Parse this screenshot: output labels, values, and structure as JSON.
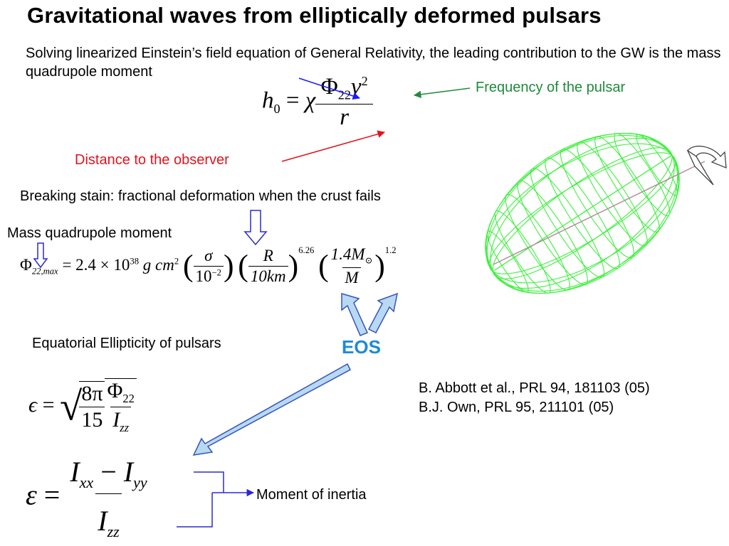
{
  "slide": {
    "title": "Gravitational waves from elliptically deformed  pulsars",
    "intro": "Solving linearized Einstein’s field equation of General Relativity, the leading contribution to the GW is the mass quadrupole moment"
  },
  "annotations": {
    "frequency": "Frequency of the pulsar",
    "distance": "Distance to the observer",
    "breaking_strain": "Breaking stain: fractional deformation when the crust fails",
    "mass_quadrupole": "Mass quadrupole moment",
    "ellipticity": "Equatorial Ellipticity of pulsars",
    "eos": "EOS",
    "moment_of_inertia": "Moment of inertia"
  },
  "references": [
    "B. Abbott et al., PRL 94, 181103 (05)",
    "B.J. Own, PRL 95, 211101 (05)"
  ],
  "equations": {
    "h0": {
      "lhs": "h",
      "lhs_sub": "0",
      "eq": "=",
      "chi": "χ",
      "num": "Φ",
      "num_sub": "22",
      "num_nu": "ν",
      "num_sup": "2",
      "den": "r"
    },
    "phi_max": {
      "lhs": "Φ",
      "lhs_sub": "22,max",
      "eq": "=",
      "coeff": "2.4 × 10",
      "coeff_sup": "38",
      "units": "g cm",
      "units_sup": "2",
      "f1_num": "σ",
      "f1_den": "10",
      "f1_den_sup": "−2",
      "f2_num": "R",
      "f2_den": "10km",
      "f2_sup": "6.26",
      "f3_num": "1.4M",
      "f3_num_sub": "⊙",
      "f3_den": "M",
      "f3_sup": "1.2"
    },
    "epsilon_sqrt": {
      "lhs": "ϵ",
      "eq": "=",
      "r_num": "8π",
      "r_den": "15",
      "f_num": "Φ",
      "f_num_sub": "22",
      "f_den": "I",
      "f_den_sub": "zz"
    },
    "epsilon_inertia": {
      "lhs": "ε",
      "eq": "=",
      "n1": "I",
      "n1_sub": "xx",
      "minus": "−",
      "n2": "I",
      "n2_sub": "yy",
      "den": "I",
      "den_sub": "zz"
    }
  },
  "colors": {
    "green": "#1f8a3a",
    "red": "#e0141e",
    "arrow_blue": "#1a1aff",
    "eos_blue": "#1e8ad6",
    "arrow_fill": "#b9d8f2",
    "arrow_edge": "#3355b8",
    "wireframe": "#3ff03f",
    "axis": "#b48aa0"
  },
  "icons": {
    "spheroid": "ellipsoid-wireframe-icon",
    "rotation": "rotation-arrow-icon"
  }
}
